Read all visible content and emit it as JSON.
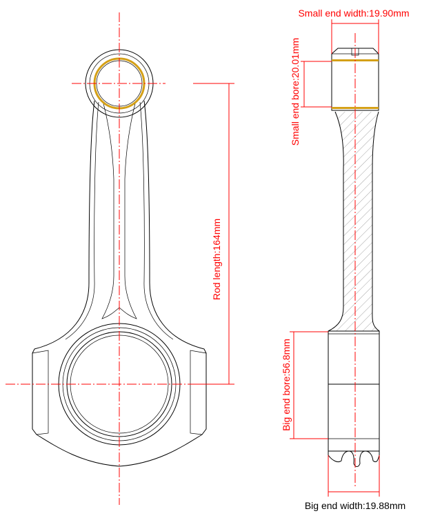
{
  "colors": {
    "outline": "#000000",
    "dimension": "#ff0000",
    "bushing": "#d4a017"
  },
  "dimensions": {
    "small_end_width": "Small end width:19.90mm",
    "small_end_bore": "Small end bore:20.01mm",
    "rod_length": "Rod length:164mm",
    "big_end_bore": "Big end bore:56.8mm",
    "big_end_width": "Big end width:19.88mm"
  }
}
